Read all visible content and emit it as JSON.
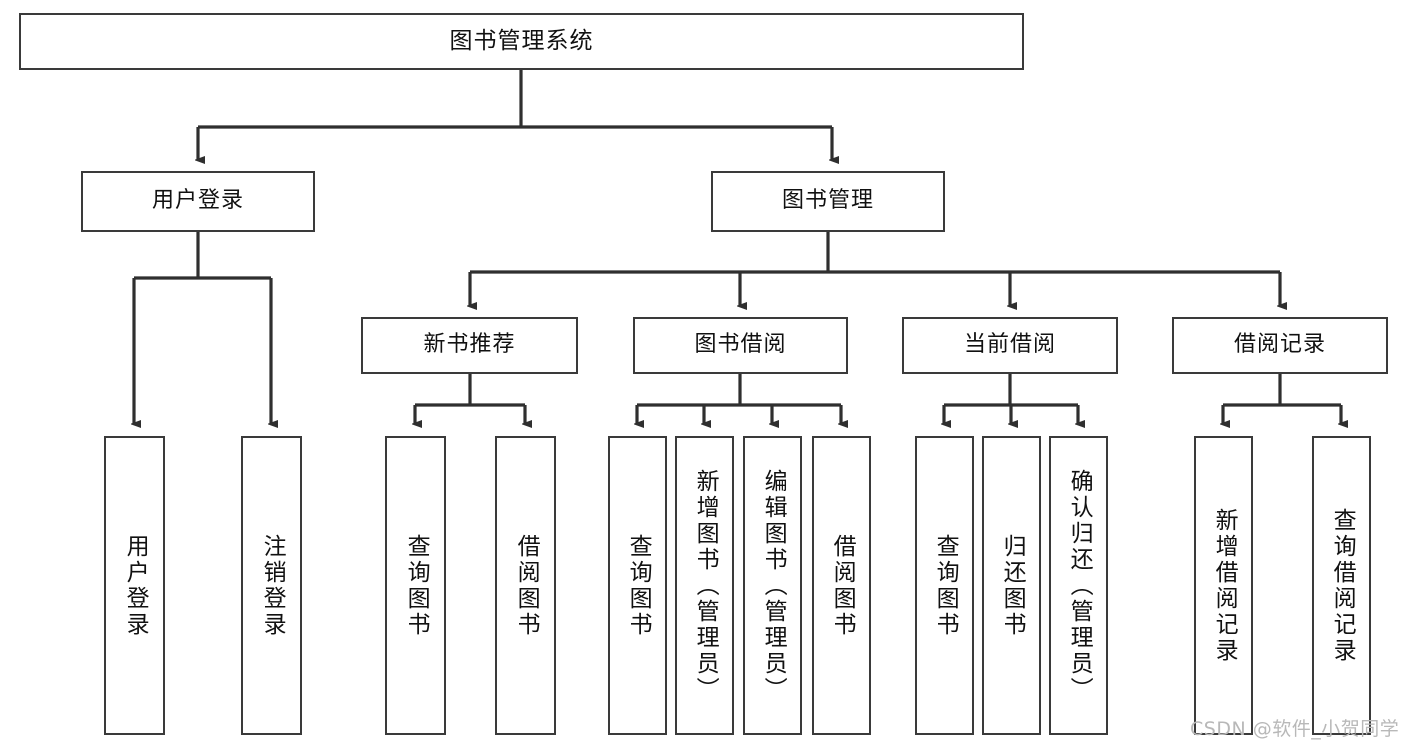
{
  "diagram": {
    "title": "图书管理系统",
    "type": "tree-hierarchy",
    "orientation": "top-down",
    "nodes": {
      "root": {
        "label": "图书管理系统"
      },
      "level2": [
        {
          "id": "user-login",
          "label": "用户登录"
        },
        {
          "id": "book-management",
          "label": "图书管理"
        }
      ],
      "level3": [
        {
          "id": "new-book-recommend",
          "label": "新书推荐"
        },
        {
          "id": "book-borrow",
          "label": "图书借阅"
        },
        {
          "id": "current-borrow",
          "label": "当前借阅"
        },
        {
          "id": "borrow-records",
          "label": "借阅记录"
        }
      ],
      "leaves": {
        "user_login": [
          {
            "id": "leaf-user-login",
            "label": "用户登录"
          },
          {
            "id": "leaf-logout-login",
            "label": "注销登录"
          }
        ],
        "new_book_recommend": [
          {
            "id": "leaf-query-book-1",
            "label": "查询图书"
          },
          {
            "id": "leaf-borrow-book-1",
            "label": "借阅图书"
          }
        ],
        "book_borrow": [
          {
            "id": "leaf-query-book-2",
            "label": "查询图书"
          },
          {
            "id": "leaf-add-book",
            "label": "新增图书（管理员）"
          },
          {
            "id": "leaf-edit-book",
            "label": "编辑图书（管理员）"
          },
          {
            "id": "leaf-borrow-book-2",
            "label": "借阅图书"
          }
        ],
        "current_borrow": [
          {
            "id": "leaf-query-book-3",
            "label": "查询图书"
          },
          {
            "id": "leaf-return-book",
            "label": "归还图书"
          },
          {
            "id": "leaf-confirm-return",
            "label": "确认归还（管理员）"
          }
        ],
        "borrow_records": [
          {
            "id": "leaf-add-record",
            "label": "新增借阅记录"
          },
          {
            "id": "leaf-query-record",
            "label": "查询借阅记录"
          }
        ]
      }
    },
    "colors": {
      "box_border": "#3a3a3a",
      "box_fill": "#ffffff",
      "connector": "#2f2f2f",
      "text": "#111111",
      "watermark": "#b8b8b8",
      "background": "#ffffff"
    }
  },
  "watermark": {
    "text": "CSDN @软件_小贺同学"
  }
}
